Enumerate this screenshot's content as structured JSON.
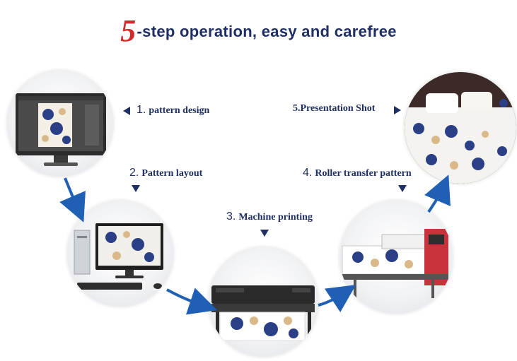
{
  "title": {
    "number": "5",
    "text": "-step operation, easy and carefree"
  },
  "steps": [
    {
      "num": "1.",
      "label": "pattern design"
    },
    {
      "num": "2.",
      "label": "Pattern layout"
    },
    {
      "num": "3.",
      "label": "Machine printing"
    },
    {
      "num": "4.",
      "label": "Roller transfer pattern"
    },
    {
      "num": "",
      "label": "5.Presentation Shot"
    }
  ],
  "colors": {
    "accent_number": "#d42a2a",
    "title_text": "#1f2f63",
    "arrow": "#1f5fb4",
    "flower_navy": "#2a3f86",
    "flower_tan": "#d9b98a"
  }
}
